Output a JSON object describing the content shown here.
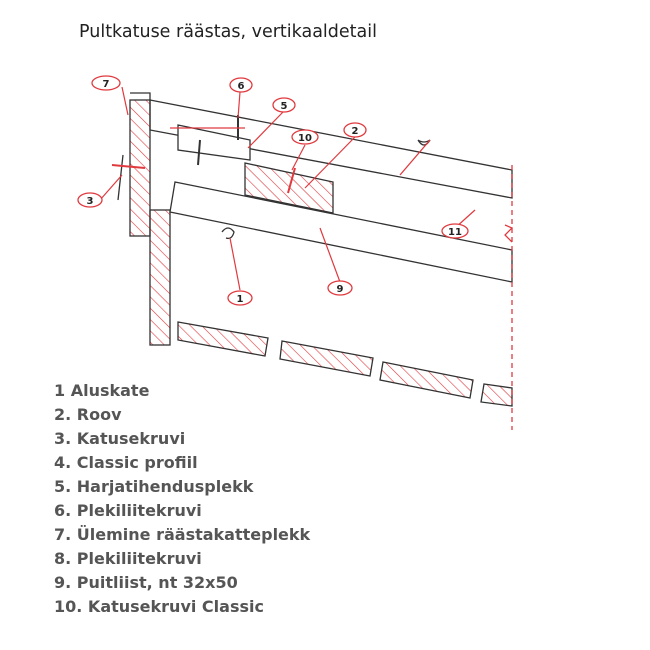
{
  "title": "Pultkatuse räästas, vertikaaldetail",
  "callouts": [
    {
      "id": "c7",
      "label": "7"
    },
    {
      "id": "c6",
      "label": "6"
    },
    {
      "id": "c5",
      "label": "5"
    },
    {
      "id": "c10",
      "label": "10"
    },
    {
      "id": "c2",
      "label": "2"
    },
    {
      "id": "c3",
      "label": "3"
    },
    {
      "id": "c11",
      "label": "11"
    },
    {
      "id": "c1",
      "label": "1"
    },
    {
      "id": "c9",
      "label": "9"
    }
  ],
  "legend": [
    "1 Aluskate",
    "2. Roov",
    "3. Katusekruvi",
    "4. Classic profiil",
    "5. Harjatihendusplekk",
    "6. Plekiliitekruvi",
    "7. Ülemine räästakatteplekk",
    "8. Plekiliitekruvi",
    "9. Puitliist, nt 32x50",
    "10. Katusekruvi Classic"
  ],
  "colors": {
    "callout": "#e0393e",
    "line": "#333333",
    "hatch": "#e0393e",
    "legend_text": "#555555"
  }
}
